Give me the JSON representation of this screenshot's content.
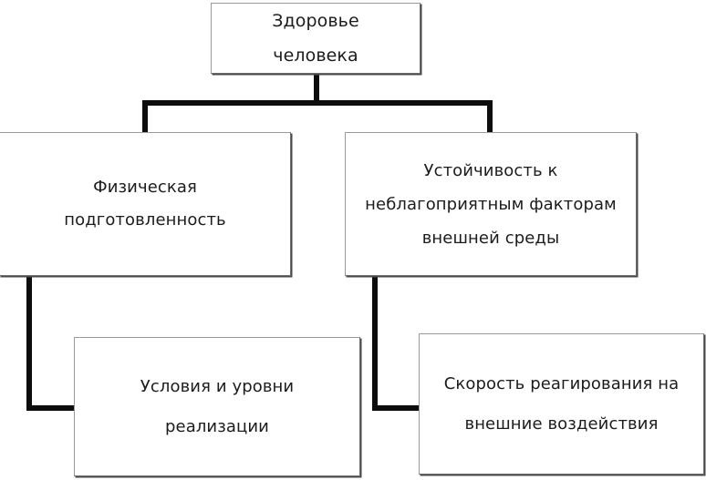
{
  "diagram": {
    "title": "Здоровье человека",
    "type": "hierarchy-tree",
    "colors": {
      "box_fill": "#ffffff",
      "box_border": "#9b9b9b",
      "box_shadow": "#4a4a4a",
      "connector": "#0d0d0d",
      "text": "#1c1c1c",
      "background": "#ffffff"
    },
    "nodes": [
      {
        "id": "root",
        "label": "Здоровье\nчеловека",
        "level": 0
      },
      {
        "id": "physical",
        "label": "Физическая\nподготовленность",
        "level": 1
      },
      {
        "id": "resistance",
        "label": "Устойчивость к\nнеблагоприятным факторам\nвнешней среды",
        "level": 1
      },
      {
        "id": "conditions",
        "label": "Условия и уровни\nреализации",
        "level": 2
      },
      {
        "id": "speed",
        "label": "Скорость реагирования на\nвнешние воздействия",
        "level": 2
      }
    ],
    "edges": [
      {
        "from": "root",
        "to": "physical",
        "style": "orthogonal"
      },
      {
        "from": "root",
        "to": "resistance",
        "style": "orthogonal"
      },
      {
        "from": "physical",
        "to": "conditions",
        "style": "orthogonal-elbow"
      },
      {
        "from": "resistance",
        "to": "speed",
        "style": "orthogonal-elbow"
      }
    ]
  }
}
